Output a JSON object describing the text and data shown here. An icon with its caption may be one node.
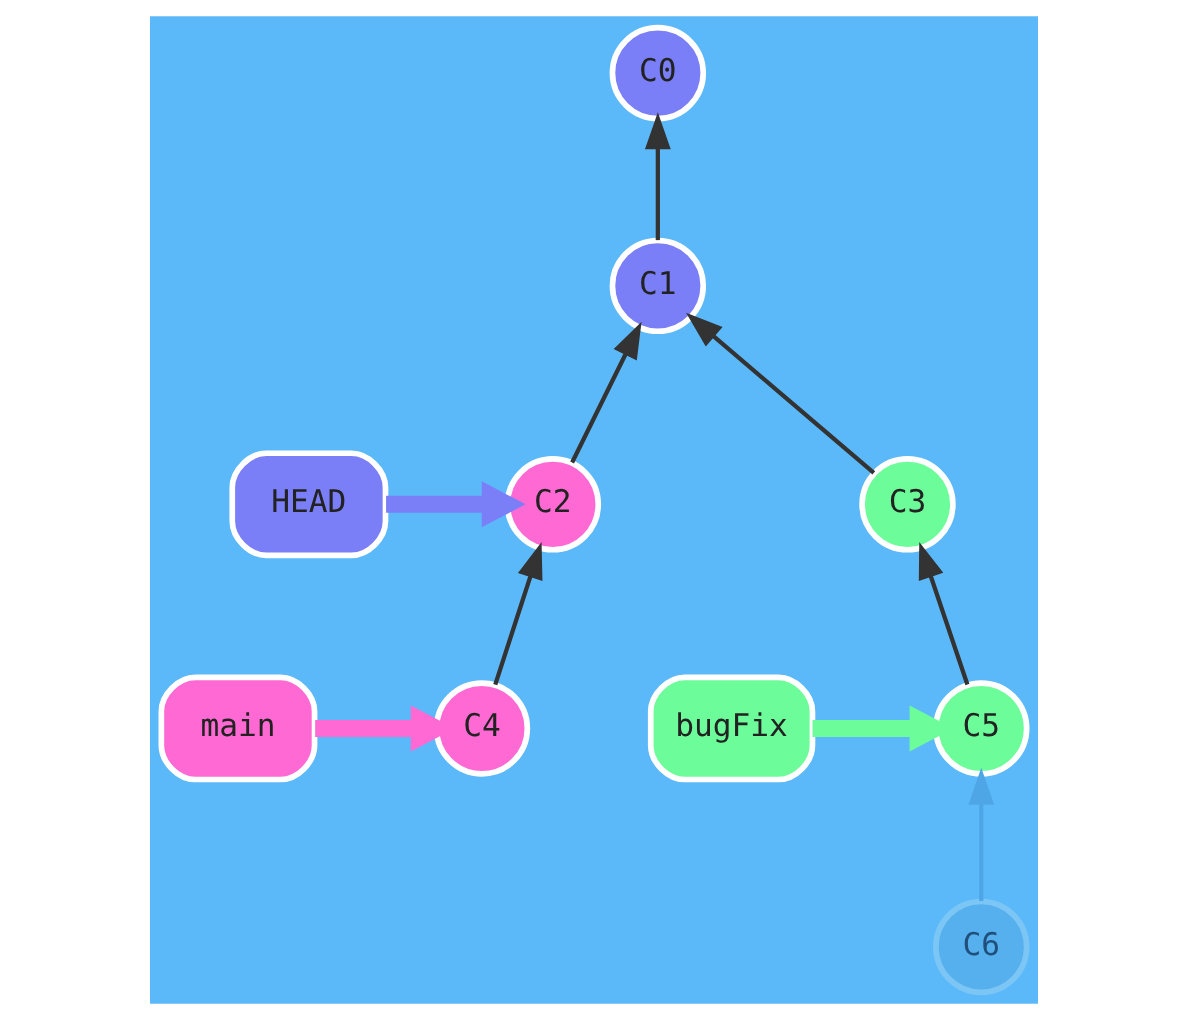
{
  "diagram": {
    "nodes": [
      {
        "text": [
          "C0"
        ]
      },
      {
        "text": [
          "C1"
        ]
      },
      {
        "text": [
          "HEAD"
        ]
      },
      {
        "text": [
          "C2"
        ]
      },
      {
        "text": [
          "C3"
        ]
      },
      {
        "text": [
          "main"
        ]
      },
      {
        "text": [
          "C4"
        ]
      },
      {
        "text": [
          "C5"
        ]
      },
      {
        "text": [
          "bugFix"
        ]
      },
      {
        "text": [
          "C6"
        ]
      }
    ],
    "edges": [
      {
        "from": 1,
        "to": 0,
        "arrow": "to"
      },
      {
        "from": 3,
        "to": 1,
        "arrow": "to"
      },
      {
        "from": 4,
        "to": 1,
        "arrow": "to"
      },
      {
        "from": 6,
        "to": 3,
        "arrow": "to"
      },
      {
        "from": 7,
        "to": 4,
        "arrow": "to"
      },
      {
        "from": 9,
        "to": 7,
        "arrow": "to",
        "color": "#4fa6e6"
      },
      {
        "from": 2,
        "to": 3,
        "arrow": "to",
        "style": "thick",
        "color": "#7a7ff7"
      },
      {
        "from": 5,
        "to": 6,
        "arrow": "to",
        "style": "thick",
        "color": "#ff69d4"
      },
      {
        "from": 8,
        "to": 7,
        "arrow": "to",
        "style": "thick",
        "color": "#6cfc9a"
      }
    ]
  }
}
